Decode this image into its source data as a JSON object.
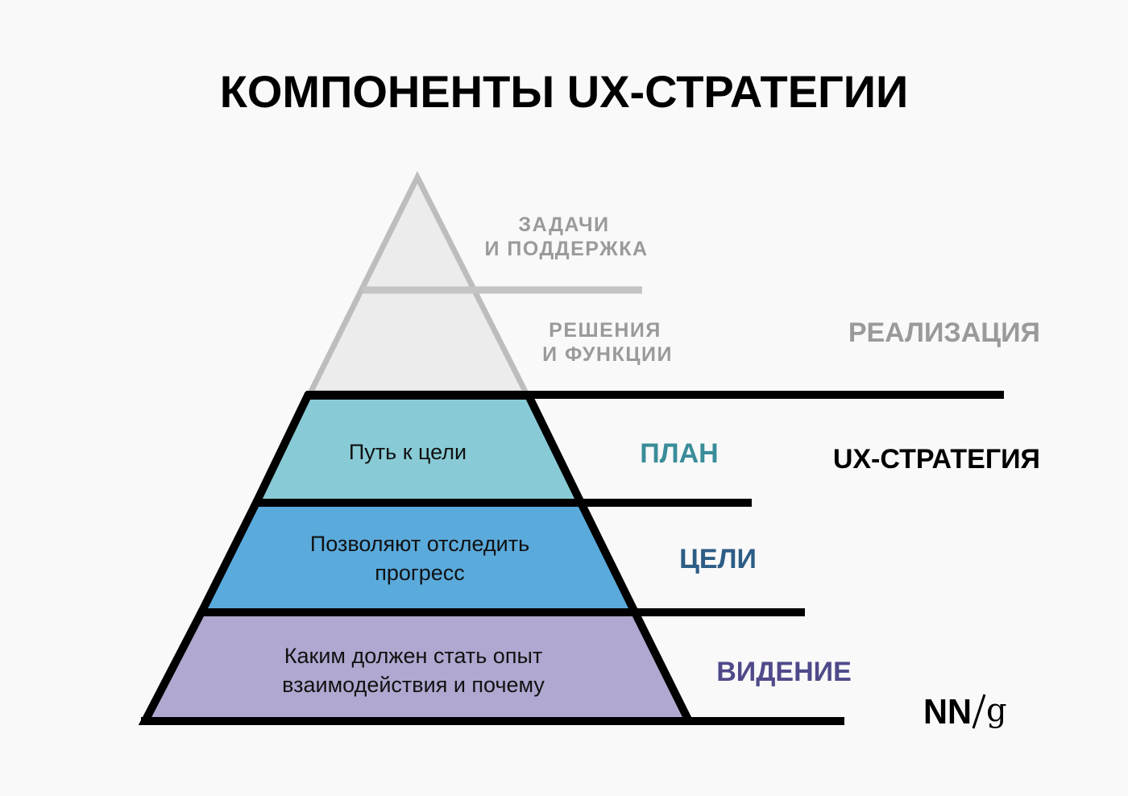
{
  "title": "КОМПОНЕНТЫ UX-СТРАТЕГИИ",
  "implementation": {
    "label": "РЕАЛИЗАЦИЯ",
    "tasks": [
      "ЗАДАЧИ",
      "И ПОДДЕРЖКА"
    ],
    "features": [
      "РЕШЕНИЯ",
      "И ФУНКЦИИ"
    ]
  },
  "strategy_label": "UX-СТРАТЕГИЯ",
  "levels": [
    {
      "label": "ПЛАН",
      "text": [
        "Путь к цели"
      ],
      "color": "#3a8d99",
      "fill": "#88cbd6"
    },
    {
      "label": "ЦЕЛИ",
      "text": [
        "Позволяют отследить",
        "прогресс"
      ],
      "color": "#2d5d85",
      "fill": "#5aaadc"
    },
    {
      "label": "ВИДЕНИЕ",
      "text": [
        "Каким должен стать опыт",
        "взаимодействия и почему"
      ],
      "color": "#4e4a8a",
      "fill": "#b0a8d0"
    }
  ],
  "logo": "NN/g"
}
